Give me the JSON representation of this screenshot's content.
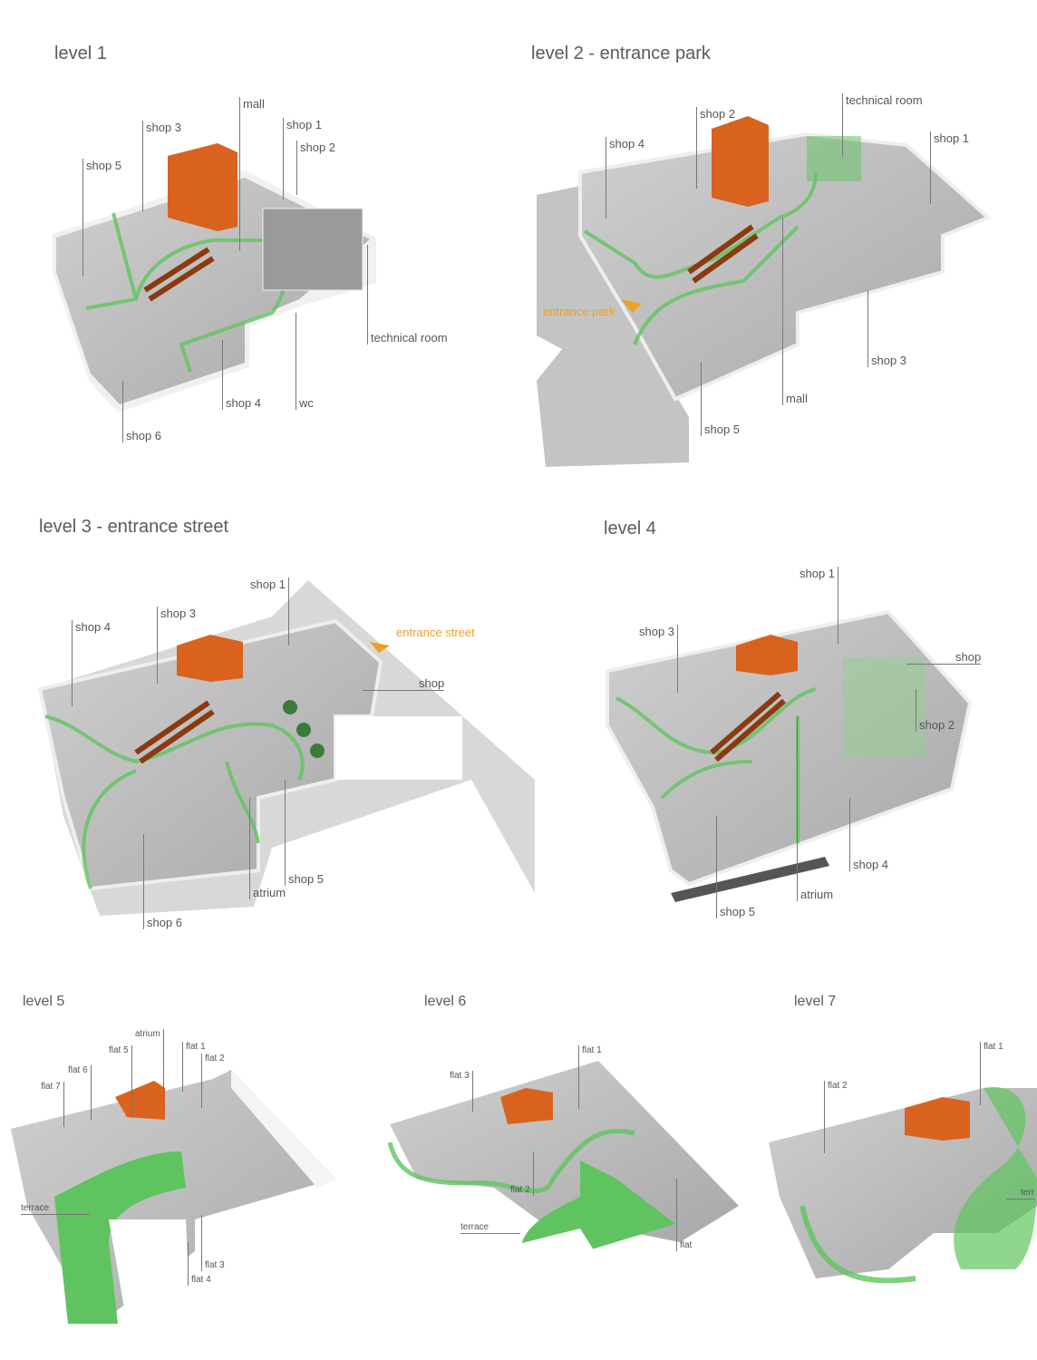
{
  "colors": {
    "floor": "#bcbcbc",
    "wall": "#f2f2f2",
    "green": "#5fc45f",
    "core": "#d9631e",
    "accent": "#f0a020",
    "text": "#555555"
  },
  "levels": [
    {
      "title": "level 1",
      "labels": [
        "mall",
        "shop 3",
        "shop 1",
        "shop 2",
        "shop 5",
        "technical room",
        "shop 4",
        "wc",
        "shop 6"
      ]
    },
    {
      "title": "level 2 - entrance park",
      "labels": [
        "shop 2",
        "technical room",
        "shop 4",
        "shop 1",
        "entrance park",
        "shop 3",
        "mall",
        "shop 5"
      ]
    },
    {
      "title": "level 3 - entrance street",
      "labels": [
        "shop 1",
        "shop 3",
        "shop 4",
        "entrance street",
        "shop",
        "shop 5",
        "atrium",
        "shop 6"
      ]
    },
    {
      "title": "level 4",
      "labels": [
        "shop 1",
        "shop 3",
        "shop",
        "shop 2",
        "shop 4",
        "atrium",
        "shop 5"
      ]
    },
    {
      "title": "level 5",
      "labels": [
        "atrium",
        "flat 5",
        "flat 1",
        "flat 2",
        "flat 6",
        "flat 7",
        "terrace",
        "flat 3",
        "flat 4"
      ]
    },
    {
      "title": "level 6",
      "labels": [
        "flat 1",
        "flat 3",
        "flat 2",
        "terrace",
        "flat"
      ]
    },
    {
      "title": "level 7",
      "labels": [
        "flat 1",
        "flat 2",
        "terr"
      ]
    }
  ]
}
